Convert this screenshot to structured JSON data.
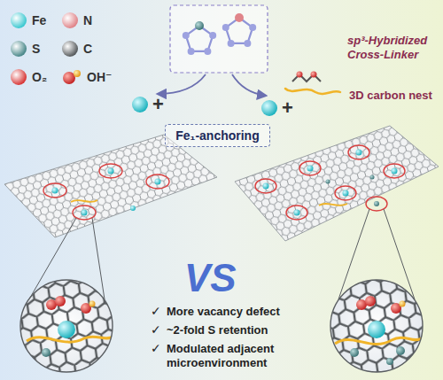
{
  "diagram": {
    "nodes": [
      {
        "text": [
          "Fe₁-anchoring"
        ]
      }
    ],
    "labels": [
      "+",
      "+",
      "sp³-Hybridized Cross-Linker",
      "3D carbon nest",
      "VS",
      "✓",
      "More vacancy defect",
      "✓",
      "~2-fold S retention",
      "✓",
      "Modulated adjacent microenvironment"
    ],
    "legend": [
      {
        "text": "Fe",
        "color": "#3fc9d1"
      },
      {
        "text": "N",
        "color": "#e0858a"
      },
      {
        "text": "S",
        "color": "#4d8a8c"
      },
      {
        "text": "C",
        "color": "#5a5e60"
      },
      {
        "text": "O₂",
        "color": "#d83a3a"
      },
      {
        "text": "OH⁻"
      }
    ]
  }
}
